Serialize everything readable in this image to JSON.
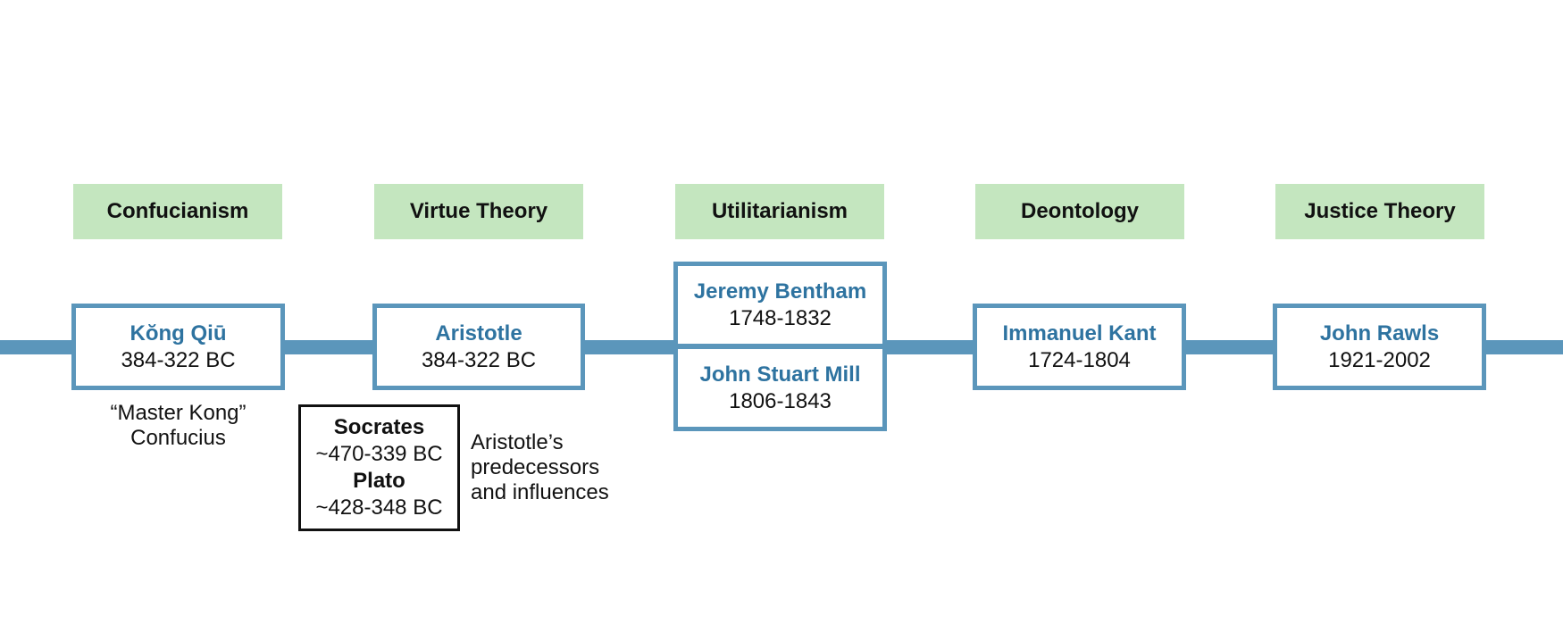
{
  "theories": [
    {
      "label": "Confucianism"
    },
    {
      "label": "Virtue Theory"
    },
    {
      "label": "Utilitarianism"
    },
    {
      "label": "Deontology"
    },
    {
      "label": "Justice Theory"
    }
  ],
  "philosophers": {
    "kong_qiu": {
      "name": "Kŏng Qiū",
      "dates": "384-322 BC"
    },
    "aristotle": {
      "name": "Aristotle",
      "dates": "384-322 BC"
    },
    "bentham": {
      "name": "Jeremy Bentham",
      "dates": "1748-1832"
    },
    "mill": {
      "name": "John Stuart Mill",
      "dates": "1806-1843"
    },
    "kant": {
      "name": "Immanuel Kant",
      "dates": "1724-1804"
    },
    "rawls": {
      "name": "John Rawls",
      "dates": "1921-2002"
    }
  },
  "confucius_note": {
    "line1": "“Master Kong”",
    "line2": "Confucius"
  },
  "predecessors": {
    "socrates_name": "Socrates",
    "socrates_dates": "~470-339 BC",
    "plato_name": "Plato",
    "plato_dates": "~428-348 BC",
    "caption_line1": "Aristotle’s",
    "caption_line2": "predecessors",
    "caption_line3": "and influences"
  },
  "colors": {
    "line": "#5b96bb",
    "theory_bg": "#c4e6bf",
    "name_text": "#2e73a0"
  }
}
